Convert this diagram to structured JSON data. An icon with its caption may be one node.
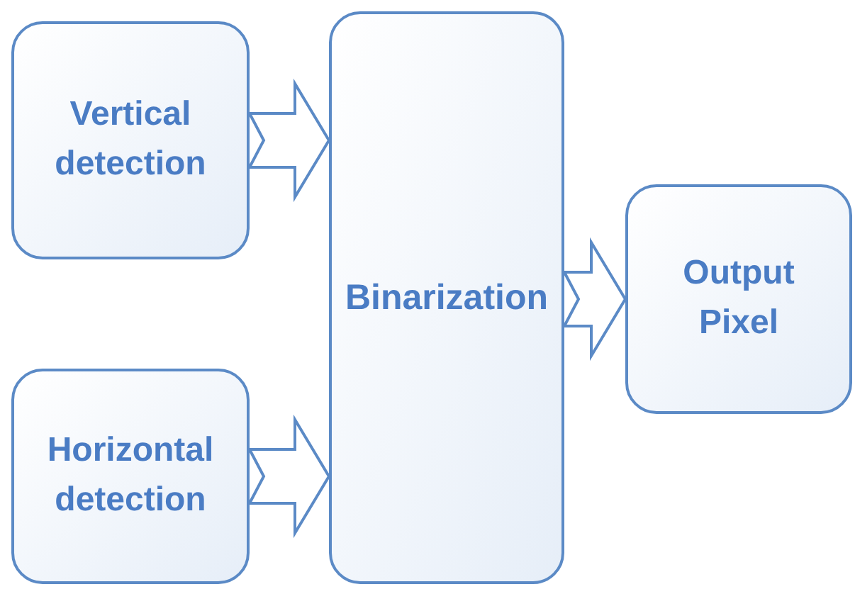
{
  "diagram": {
    "nodes": [
      {
        "text": [
          "Vertical detection"
        ]
      },
      {
        "text": [
          "Horizontal detection"
        ]
      },
      {
        "text": [
          "Binarization"
        ]
      },
      {
        "text": [
          "Output Pixel"
        ]
      }
    ],
    "edges": [
      {
        "from": 0,
        "to": 2,
        "arrow": "to"
      },
      {
        "from": 1,
        "to": 2,
        "arrow": "to"
      },
      {
        "from": 2,
        "to": 3,
        "arrow": "to"
      }
    ]
  }
}
